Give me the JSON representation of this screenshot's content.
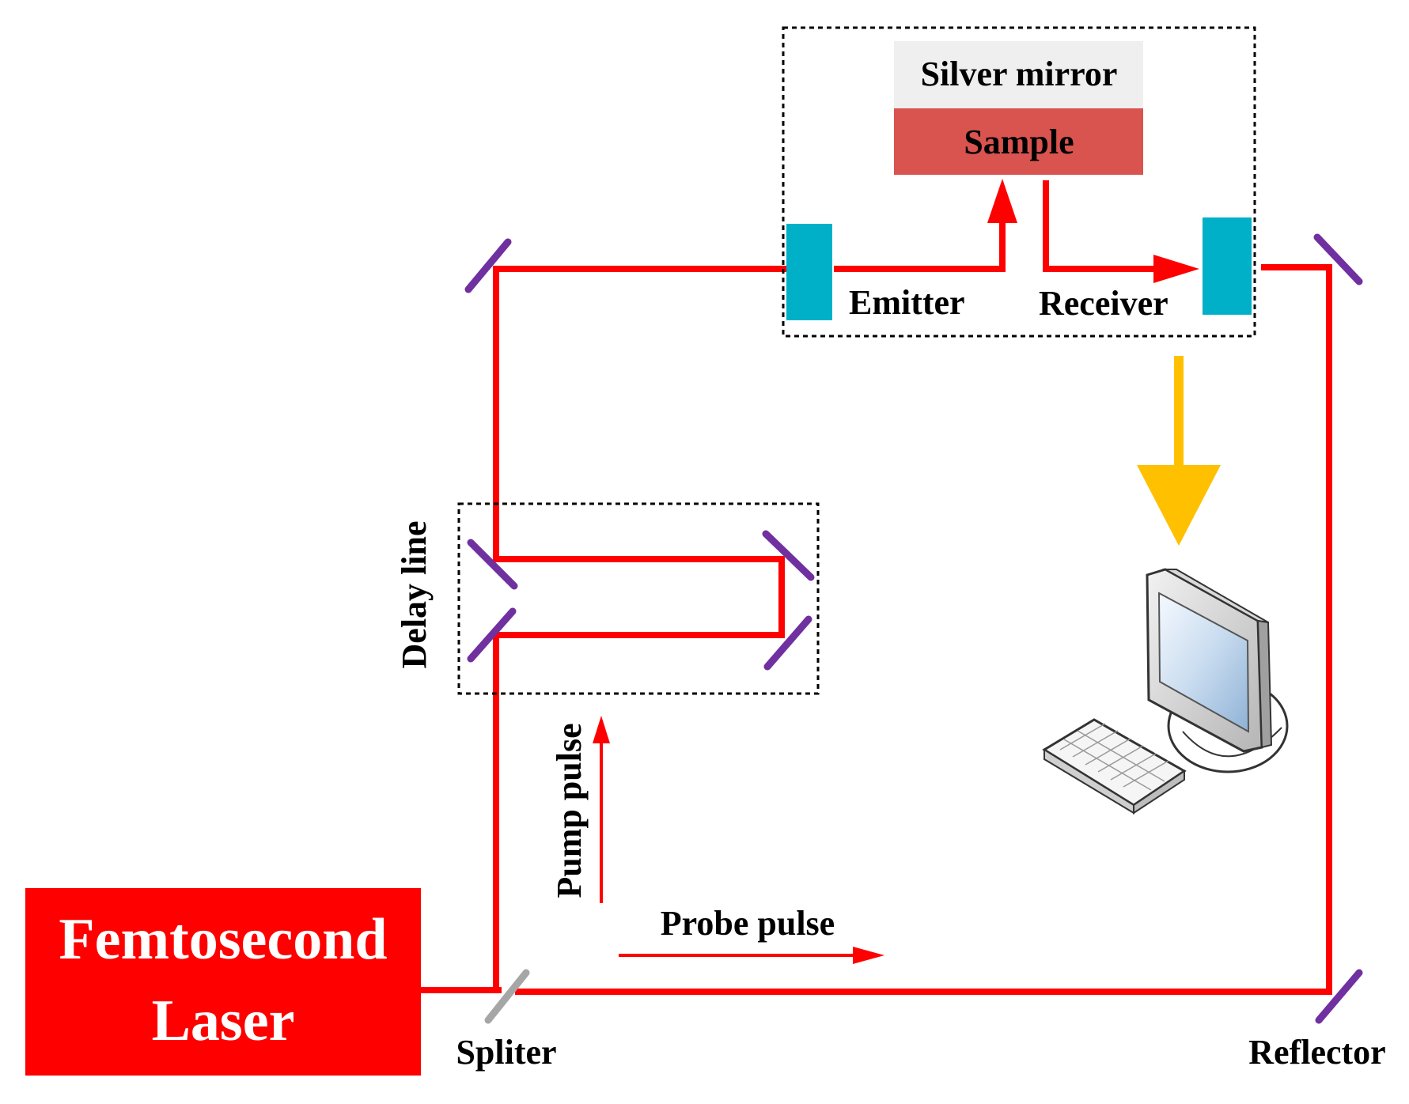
{
  "labels": {
    "laser_line1": "Femtosecond",
    "laser_line2": "Laser",
    "silver_mirror": "Silver mirror",
    "sample": "Sample",
    "emitter": "Emitter",
    "receiver": "Receiver",
    "delay_line": "Delay line",
    "pump_pulse": "Pump pulse",
    "probe_pulse": "Probe pulse",
    "spliter": "Spliter",
    "reflector": "Reflector"
  },
  "colors": {
    "beam": "#ff0000",
    "laser_box": "#ff0000",
    "sample": "#d9534f",
    "silver_mirror": "#efefef",
    "antenna": "#00b0c8",
    "mirror": "#7030a0",
    "splitter": "#a6a6a6",
    "signal_arrow": "#ffc000"
  },
  "icons": {
    "computer": "desktop-computer-icon"
  }
}
